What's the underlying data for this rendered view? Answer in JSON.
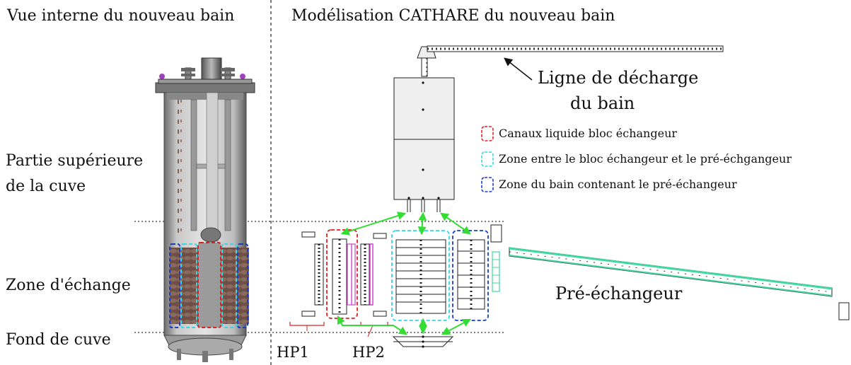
{
  "headings": {
    "left": "Vue interne du nouveau bain",
    "right": "Modélisation CATHARE du nouveau bain"
  },
  "zones": {
    "upper_line1": "Partie supérieure",
    "upper_line2": "de la cuve",
    "exchange": "Zone d'échange",
    "bottom": "Fond de cuve"
  },
  "discharge_label": {
    "line1": "Ligne de décharge",
    "line2": "du bain"
  },
  "legend": [
    {
      "label": "Canaux liquide bloc échangeur",
      "color": "#e02020"
    },
    {
      "label": "Zone entre le bloc échangeur et le pré-échgangeur",
      "color": "#30d8e8"
    },
    {
      "label": "Zone du bain contenant le pré-échangeur",
      "color": "#1a3cc8"
    }
  ],
  "preexchanger_label": "Pré-échangeur",
  "hp_labels": [
    "HP1",
    "HP2"
  ],
  "colors": {
    "arrow_green": "#33dd33",
    "magenta": "#d040d0",
    "mint": "#40d8a0"
  }
}
